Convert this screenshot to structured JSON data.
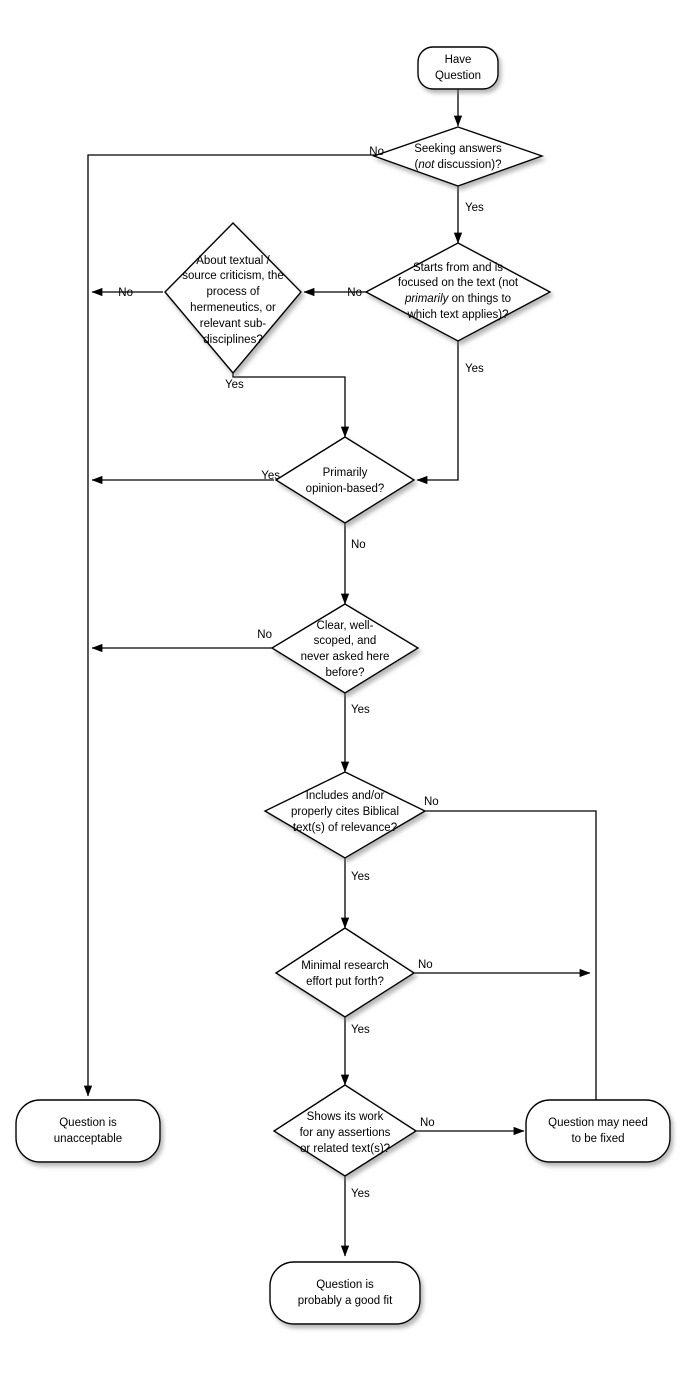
{
  "diagram": {
    "type": "flowchart",
    "title": "Question suitability flowchart",
    "colors": {
      "background": "#ffffff",
      "shape_fill": "#ffffff",
      "stroke": "#000000",
      "shadow": "#b3b3b3"
    },
    "nodes": {
      "have_question": {
        "kind": "terminator",
        "lines": [
          "Have",
          "Question"
        ]
      },
      "seeking_answers": {
        "kind": "decision",
        "lines": [
          "Seeking answers",
          "(not discussion)?"
        ],
        "italic_word": "not"
      },
      "starts_from_text": {
        "kind": "decision",
        "lines": [
          "Starts from and is",
          "focused on the text (not",
          "primarily on things to",
          "which text applies)?"
        ],
        "italic_word": "primarily"
      },
      "about_textual": {
        "kind": "decision",
        "lines": [
          "About textual /",
          "source criticism, the",
          "process of",
          "hermeneutics, or",
          "relevant sub-",
          "disciplines?"
        ]
      },
      "primarily_opinion": {
        "kind": "decision",
        "lines": [
          "Primarily",
          "opinion-based?"
        ]
      },
      "clear_well_scoped": {
        "kind": "decision",
        "lines": [
          "Clear, well-",
          "scoped, and",
          "never asked here",
          "before?"
        ]
      },
      "includes_cites": {
        "kind": "decision",
        "lines": [
          "Includes and/or",
          "properly cites Biblical",
          "text(s) of relevance?"
        ]
      },
      "minimal_research": {
        "kind": "decision",
        "lines": [
          "Minimal research",
          "effort put forth?"
        ]
      },
      "shows_its_work": {
        "kind": "decision",
        "lines": [
          "Shows its work",
          "for any assertions",
          "or related text(s)?"
        ]
      },
      "question_unacceptable": {
        "kind": "terminator",
        "lines": [
          "Question is",
          "unacceptable"
        ]
      },
      "question_may_need_fixed": {
        "kind": "terminator",
        "lines": [
          "Question may need",
          "to be fixed"
        ]
      },
      "question_good_fit": {
        "kind": "terminator",
        "lines": [
          "Question is",
          "probably a good fit"
        ]
      }
    },
    "edge_labels": {
      "seeking_no": "No",
      "seeking_yes": "Yes",
      "starts_no": "No",
      "starts_yes": "Yes",
      "about_no": "No",
      "about_yes": "Yes",
      "opinion_yes": "Yes",
      "opinion_no": "No",
      "clear_no": "No",
      "clear_yes": "Yes",
      "includes_no": "No",
      "includes_yes": "Yes",
      "research_no": "No",
      "research_yes": "Yes",
      "shows_no": "No",
      "shows_yes": "Yes"
    },
    "edges": [
      {
        "from": "have_question",
        "to": "seeking_answers",
        "label": ""
      },
      {
        "from": "seeking_answers",
        "to": "question_unacceptable",
        "label": "No"
      },
      {
        "from": "seeking_answers",
        "to": "starts_from_text",
        "label": "Yes"
      },
      {
        "from": "starts_from_text",
        "to": "about_textual",
        "label": "No"
      },
      {
        "from": "starts_from_text",
        "to": "primarily_opinion",
        "label": "Yes"
      },
      {
        "from": "about_textual",
        "to": "question_unacceptable",
        "label": "No"
      },
      {
        "from": "about_textual",
        "to": "primarily_opinion",
        "label": "Yes"
      },
      {
        "from": "primarily_opinion",
        "to": "question_unacceptable",
        "label": "Yes"
      },
      {
        "from": "primarily_opinion",
        "to": "clear_well_scoped",
        "label": "No"
      },
      {
        "from": "clear_well_scoped",
        "to": "question_unacceptable",
        "label": "No"
      },
      {
        "from": "clear_well_scoped",
        "to": "includes_cites",
        "label": "Yes"
      },
      {
        "from": "includes_cites",
        "to": "question_may_need_fixed",
        "label": "No"
      },
      {
        "from": "includes_cites",
        "to": "minimal_research",
        "label": "Yes"
      },
      {
        "from": "minimal_research",
        "to": "question_may_need_fixed",
        "label": "No"
      },
      {
        "from": "minimal_research",
        "to": "shows_its_work",
        "label": "Yes"
      },
      {
        "from": "shows_its_work",
        "to": "question_may_need_fixed",
        "label": "No"
      },
      {
        "from": "shows_its_work",
        "to": "question_good_fit",
        "label": "Yes"
      }
    ]
  }
}
